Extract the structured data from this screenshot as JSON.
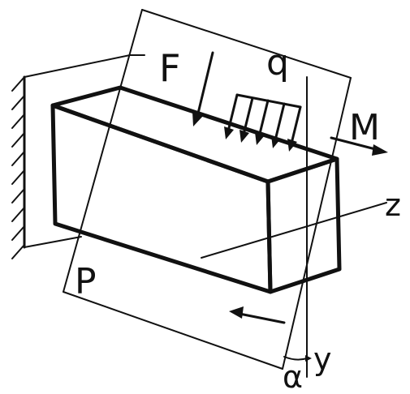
{
  "labels": {
    "force": "F",
    "distributed_load": "q",
    "moment": "M",
    "axis_z": "z",
    "axis_y": "y",
    "plane": "P",
    "angle": "α"
  }
}
